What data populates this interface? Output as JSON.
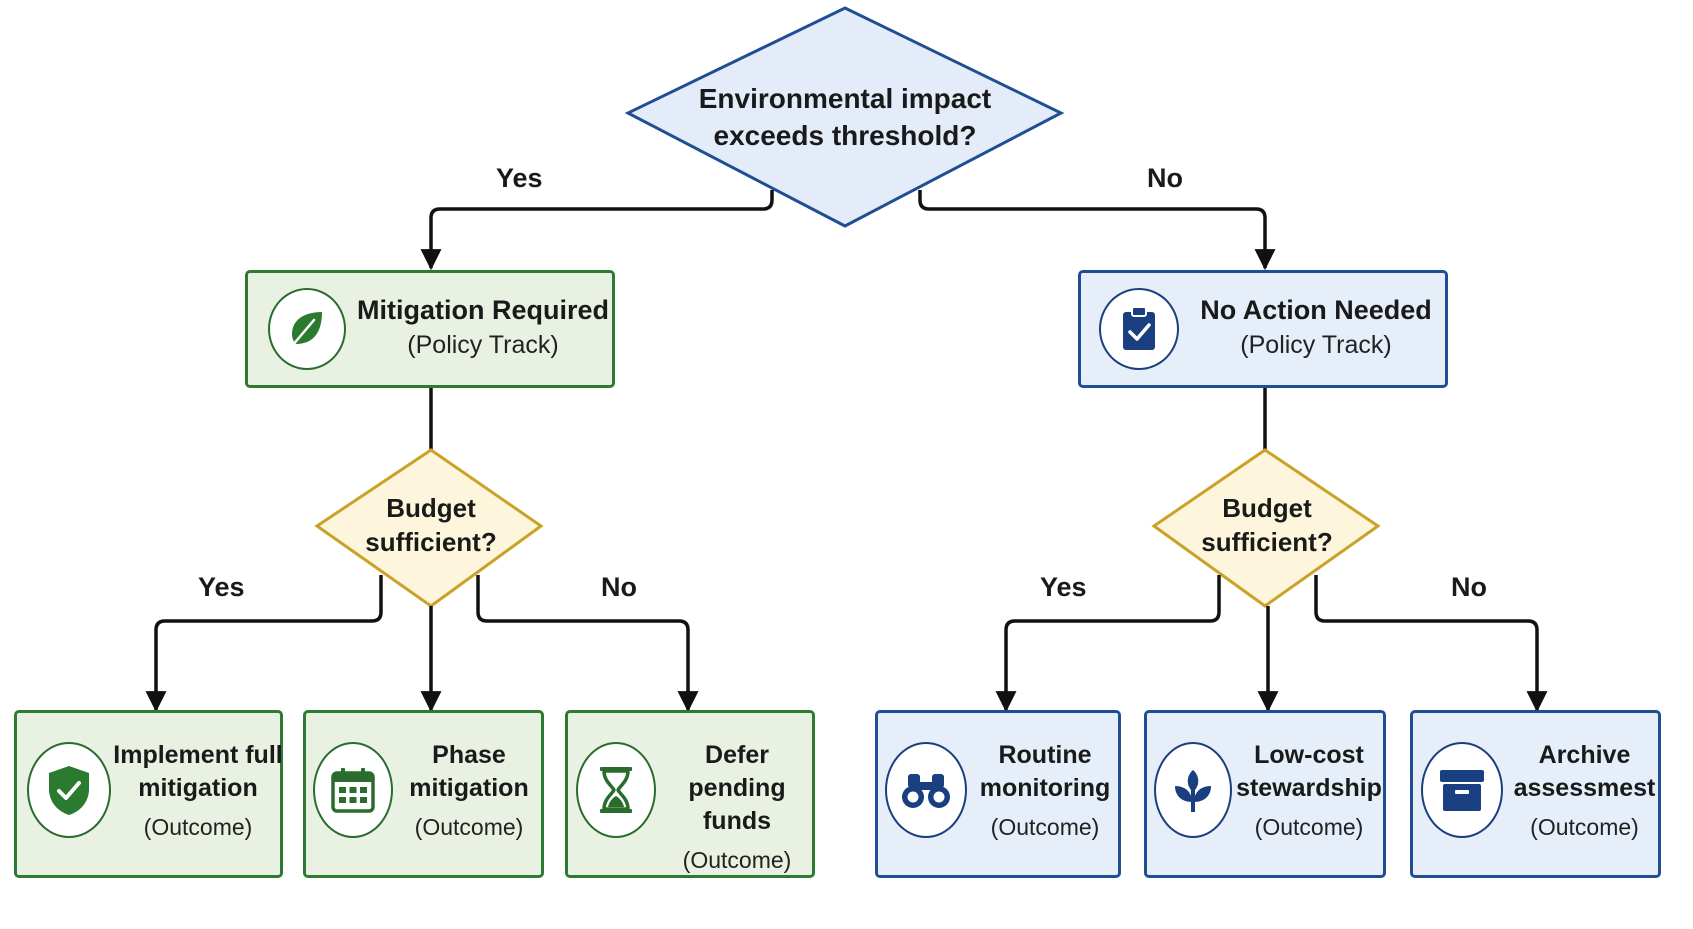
{
  "root": {
    "line1": "Environmental impact",
    "line2": "exceeds threshold?"
  },
  "labels": {
    "yes": "Yes",
    "no": "No"
  },
  "left": {
    "track": {
      "title": "Mitigation Required",
      "subtitle": "(Policy Track)",
      "icon": "leaf-icon"
    },
    "decision": {
      "line1": "Budget",
      "line2": "sufficient?"
    },
    "outcomes": [
      {
        "line1": "Implement full",
        "line2": "mitigation",
        "sub": "(Outcome)",
        "icon": "shield-check-icon"
      },
      {
        "line1": "Phase",
        "line2": "mitigation",
        "sub": "(Outcome)",
        "icon": "calendar-icon"
      },
      {
        "line1": "Defer pending",
        "line2": "funds",
        "sub": "(Outcome)",
        "icon": "hourglass-icon"
      }
    ]
  },
  "right": {
    "track": {
      "title": "No Action Needed",
      "subtitle": "(Policy Track)",
      "icon": "clipboard-check-icon"
    },
    "decision": {
      "line1": "Budget",
      "line2": "sufficient?"
    },
    "outcomes": [
      {
        "line1": "Routine",
        "line2": "monitoring",
        "sub": "(Outcome)",
        "icon": "binoculars-icon"
      },
      {
        "line1": "Low-cost",
        "line2": "stewardship",
        "sub": "(Outcome)",
        "icon": "sprout-icon"
      },
      {
        "line1": "Archive",
        "line2": "assessmest",
        "sub": "(Outcome)",
        "icon": "archive-box-icon"
      }
    ]
  },
  "colors": {
    "green_fill": "#e9f2e2",
    "green_border": "#2f7a33",
    "blue_fill": "#e5eef9",
    "blue_border": "#1f4e94",
    "root_fill": "#e3ecf8",
    "root_border": "#1f4e94",
    "decision_fill": "#fdf6dc",
    "decision_border": "#c9a227",
    "connector": "#111111"
  }
}
